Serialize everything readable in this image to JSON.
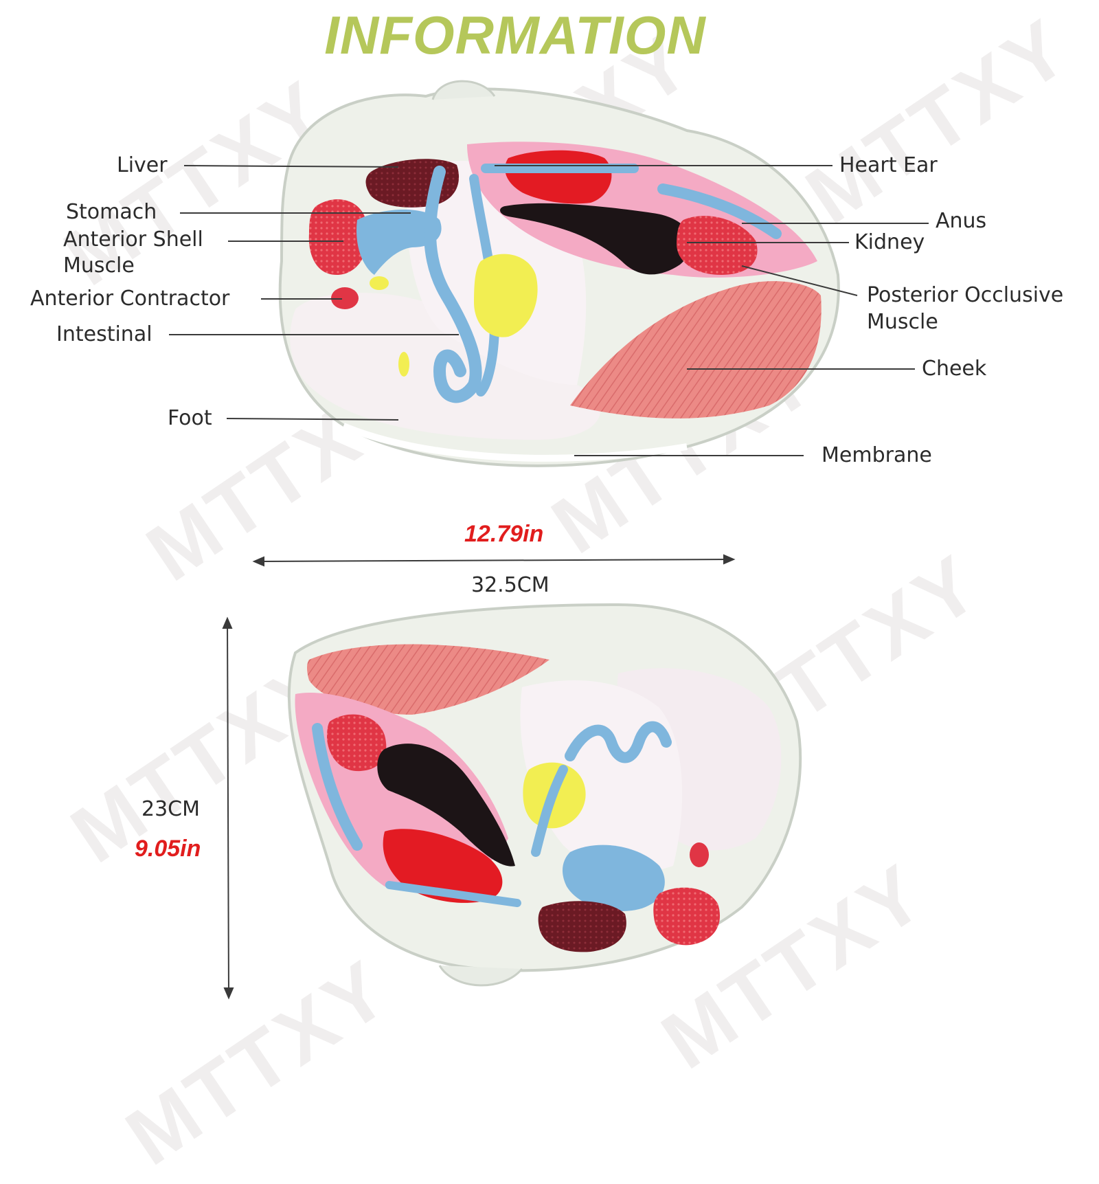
{
  "title": "INFORMATION",
  "colors": {
    "title": "#b5c75a",
    "dimension_red": "#e11d1d",
    "leader_line": "#3a3a3a",
    "liver": "#6b1a24",
    "heart": "#e31b23",
    "kidney_muscle": "#e03545",
    "gut_blue": "#7fb6dd",
    "gland_yellow": "#f2ee52",
    "cheek_pink": "#ec8a86",
    "black_organ": "#1c1416",
    "mantle_pink": "#f4aac4",
    "shell_clear": "#eef1ea",
    "foot_white": "#f6f0f2"
  },
  "labels": {
    "liver": "Liver",
    "stomach": "Stomach",
    "anterior_shell_muscle": [
      "Anterior Shell",
      "Muscle"
    ],
    "anterior_contractor": "Anterior Contractor",
    "intestinal": "Intestinal",
    "foot": "Foot",
    "heart_ear": "Heart Ear",
    "anus": "Anus",
    "kidney": "Kidney",
    "posterior_occlusive_muscle": [
      "Posterior Occlusive",
      "Muscle"
    ],
    "cheek": "Cheek",
    "membrane": "Membrane"
  },
  "dimensions": {
    "width_in": "12.79in",
    "width_cm": "32.5CM",
    "height_cm": "23CM",
    "height_in": "9.05in"
  },
  "watermark": "MTTXY"
}
